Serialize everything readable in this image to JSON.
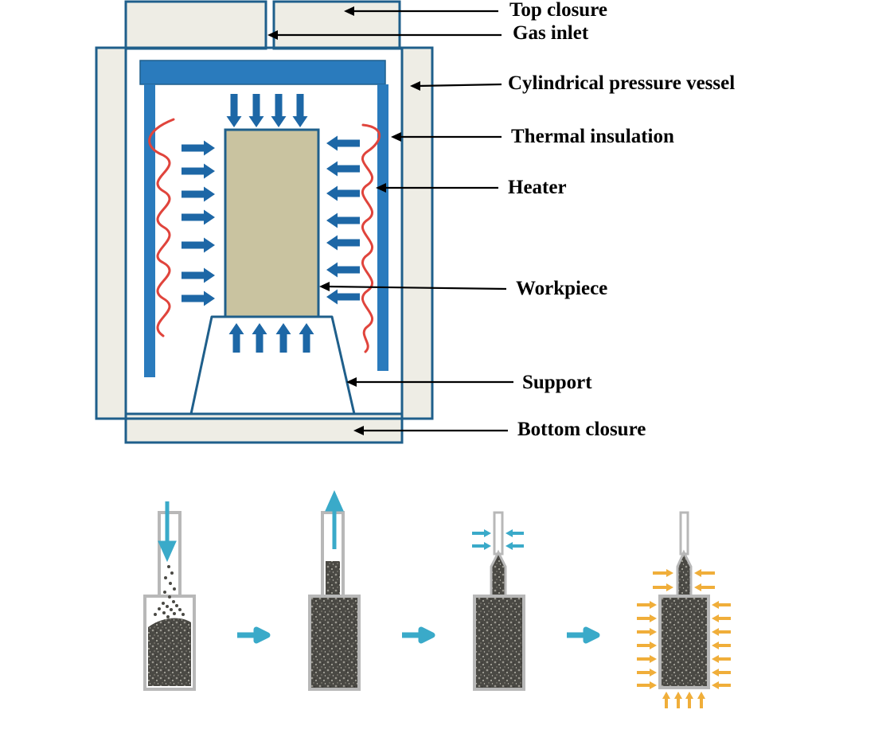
{
  "labels": {
    "top_closure": "Top closure",
    "gas_inlet": "Gas inlet",
    "pressure_vessel": "Cylindrical pressure vessel",
    "thermal_insulation": "Thermal insulation",
    "heater": "Heater",
    "workpiece": "Workpiece",
    "support": "Support",
    "bottom_closure": "Bottom closure"
  },
  "colors": {
    "vessel_outline": "#1f5f8b",
    "vessel_fill": "#eeede5",
    "insulation": "#2a7bbd",
    "heater": "#e0443c",
    "workpiece": "#c9c3a0",
    "pressure_arrow": "#1d67a6",
    "process_arrow": "#3aaac9",
    "hip_arrow": "#f0ae3a",
    "powder": "#4a4944",
    "capsule": "#b8b8b8"
  },
  "icons": [
    "pressure-arrow-icon",
    "process-step-arrow-icon",
    "gas-flow-arrow-icon",
    "hip-pressure-arrow-icon"
  ]
}
